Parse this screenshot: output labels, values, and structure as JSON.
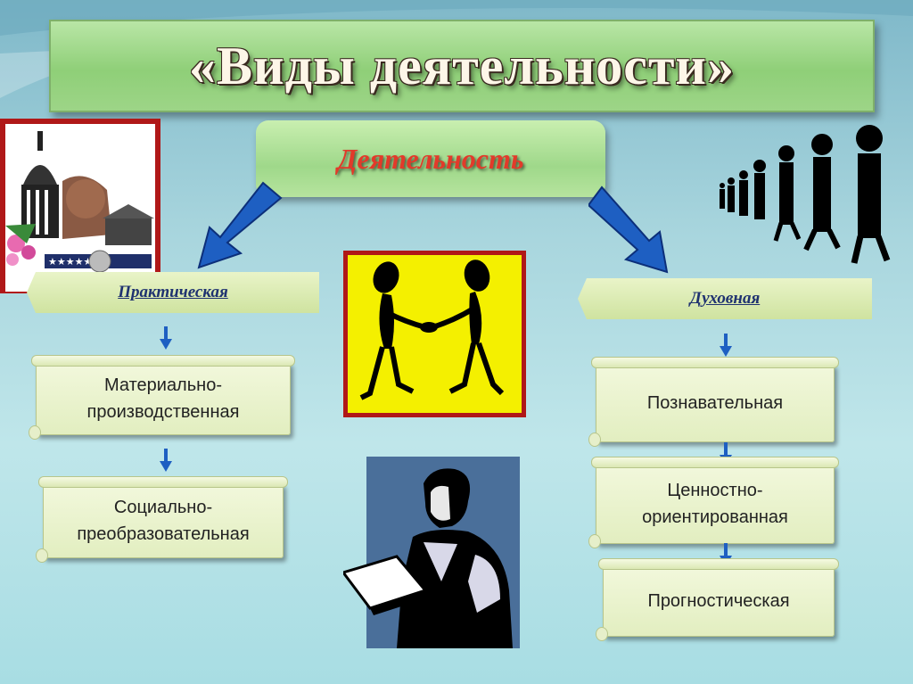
{
  "title": "«Виды деятельности»",
  "root": "Деятельность",
  "left_branch": {
    "label": "Практическая",
    "items": [
      "Материально-\nпроизводственная",
      "Социально-\nпреобразовательная"
    ]
  },
  "right_branch": {
    "label": "Духовная",
    "items": [
      "Познавательная",
      "Ценностно-\nориентированная",
      "Прогностическая"
    ]
  },
  "colors": {
    "title_fill": "#8fcf78",
    "root_text": "#e23a2a",
    "branch_text": "#1f3270",
    "arrow": "#1e5fc2",
    "frame_red": "#b01818",
    "handshake_bg": "#f4f000",
    "reader_bg": "#4a6f9a"
  },
  "icons": [
    "capitol-collage-icon",
    "handshake-silhouette-icon",
    "reader-silhouette-icon",
    "walking-figures-icon"
  ]
}
